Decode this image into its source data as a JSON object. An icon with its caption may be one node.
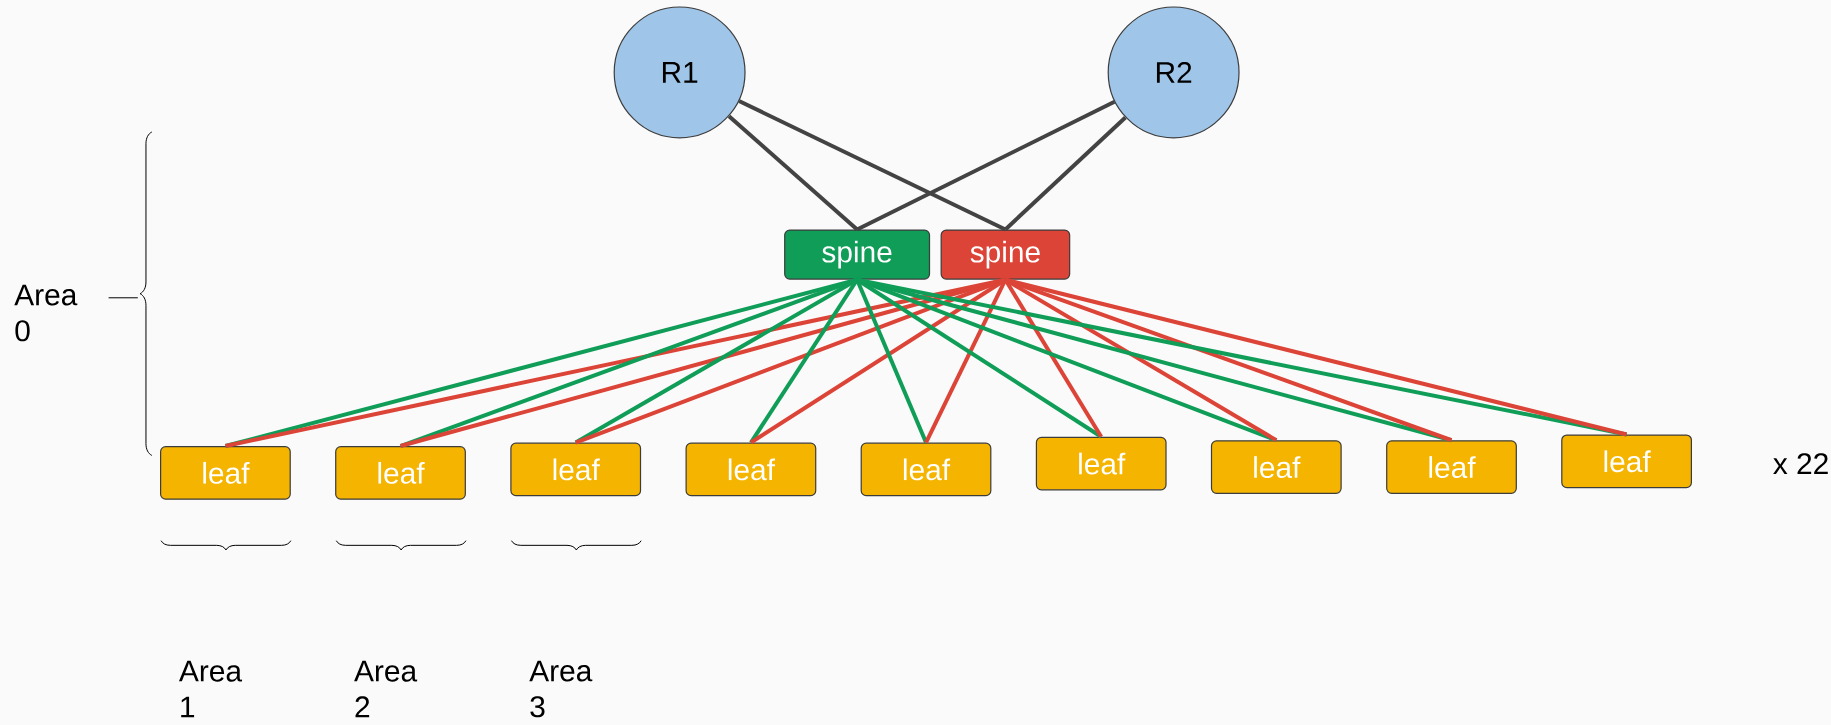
{
  "diagram": {
    "nodes": [
      {
        "text": [
          "R1"
        ]
      },
      {
        "text": [
          "R2"
        ]
      },
      {
        "text": [
          "spine"
        ]
      },
      {
        "text": [
          "spine"
        ]
      },
      {
        "text": [
          "leaf"
        ]
      },
      {
        "text": [
          "leaf"
        ]
      },
      {
        "text": [
          "leaf"
        ]
      },
      {
        "text": [
          "leaf"
        ]
      },
      {
        "text": [
          "leaf"
        ]
      },
      {
        "text": [
          "leaf"
        ]
      },
      {
        "text": [
          "leaf"
        ]
      },
      {
        "text": [
          "leaf"
        ]
      },
      {
        "text": [
          "leaf"
        ]
      }
    ],
    "edges": [
      {
        "from": 0,
        "to": 2,
        "arrow": "none",
        "color": "#434343"
      },
      {
        "from": 0,
        "to": 3,
        "arrow": "none",
        "color": "#434343"
      },
      {
        "from": 1,
        "to": 2,
        "arrow": "none",
        "color": "#434343"
      },
      {
        "from": 1,
        "to": 3,
        "arrow": "none",
        "color": "#434343"
      },
      {
        "from": 2,
        "to": 4,
        "arrow": "none",
        "color": "#0f9d58"
      },
      {
        "from": 3,
        "to": 4,
        "arrow": "none",
        "color": "#db4437"
      },
      {
        "from": 2,
        "to": 5,
        "arrow": "none",
        "color": "#0f9d58"
      },
      {
        "from": 3,
        "to": 5,
        "arrow": "none",
        "color": "#db4437"
      },
      {
        "from": 2,
        "to": 6,
        "arrow": "none",
        "color": "#0f9d58"
      },
      {
        "from": 3,
        "to": 6,
        "arrow": "none",
        "color": "#db4437"
      },
      {
        "from": 2,
        "to": 7,
        "arrow": "none",
        "color": "#0f9d58"
      },
      {
        "from": 3,
        "to": 7,
        "arrow": "none",
        "color": "#db4437"
      },
      {
        "from": 2,
        "to": 8,
        "arrow": "none",
        "color": "#0f9d58"
      },
      {
        "from": 3,
        "to": 8,
        "arrow": "none",
        "color": "#db4437"
      },
      {
        "from": 2,
        "to": 9,
        "arrow": "none",
        "color": "#0f9d58"
      },
      {
        "from": 3,
        "to": 9,
        "arrow": "none",
        "color": "#db4437"
      },
      {
        "from": 2,
        "to": 10,
        "arrow": "none",
        "color": "#0f9d58"
      },
      {
        "from": 3,
        "to": 10,
        "arrow": "none",
        "color": "#db4437"
      },
      {
        "from": 2,
        "to": 11,
        "arrow": "none",
        "color": "#0f9d58"
      },
      {
        "from": 3,
        "to": 11,
        "arrow": "none",
        "color": "#db4437"
      },
      {
        "from": 2,
        "to": 12,
        "arrow": "none",
        "color": "#0f9d58"
      },
      {
        "from": 3,
        "to": 12,
        "arrow": "none",
        "color": "#db4437"
      }
    ],
    "labels": [
      "Area 0",
      "x 22",
      "Area 1",
      "Area 2",
      "Area 3"
    ]
  }
}
